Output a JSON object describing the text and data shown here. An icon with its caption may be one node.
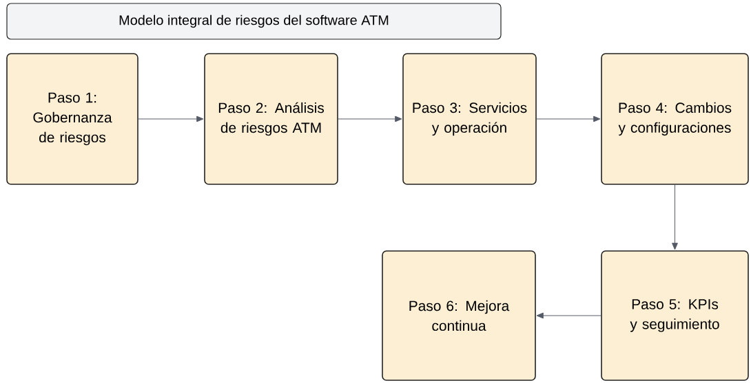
{
  "diagram": {
    "title": "Modelo integral de riesgos del software ATM",
    "nodes": [
      {
        "text": [
          "Paso 1: Gobernanza de riesgos"
        ]
      },
      {
        "text": [
          "Paso 2: Análisis de riesgos ATM"
        ]
      },
      {
        "text": [
          "Paso 3: Servicios y operación"
        ]
      },
      {
        "text": [
          "Paso 4: Cambios y configuraciones"
        ]
      },
      {
        "text": [
          "Paso 5: KPIs y seguimiento"
        ]
      },
      {
        "text": [
          "Paso 6: Mejora continua"
        ]
      }
    ],
    "edges": [
      {
        "from": 0,
        "to": 1,
        "arrow": "to"
      },
      {
        "from": 1,
        "to": 2,
        "arrow": "to"
      },
      {
        "from": 2,
        "to": 3,
        "arrow": "to"
      },
      {
        "from": 3,
        "to": 4,
        "arrow": "to"
      },
      {
        "from": 4,
        "to": 5,
        "arrow": "to"
      }
    ]
  }
}
